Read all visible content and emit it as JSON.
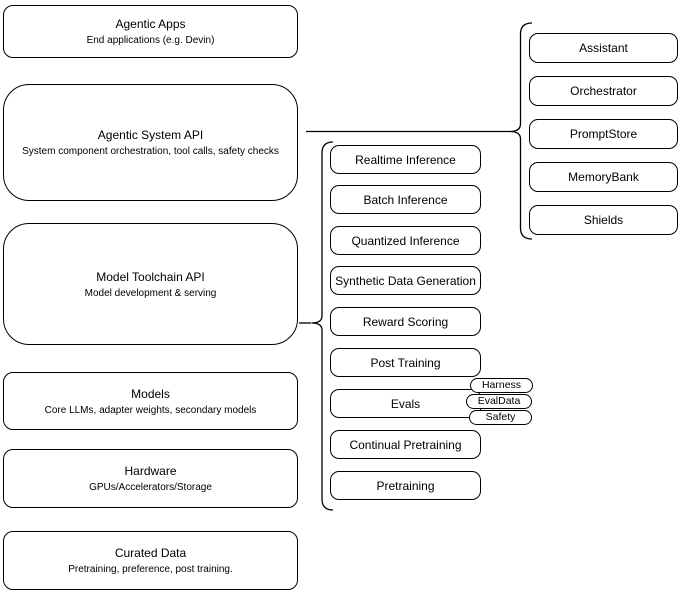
{
  "diagram": {
    "left_stack": [
      {
        "title": "Agentic Apps",
        "subtitle": "End applications (e.g. Devin)"
      },
      {
        "title": "Agentic System API",
        "subtitle": "System component orchestration, tool calls, safety checks"
      },
      {
        "title": "Model Toolchain API",
        "subtitle": "Model development & serving"
      },
      {
        "title": "Models",
        "subtitle": "Core LLMs, adapter weights, secondary models"
      },
      {
        "title": "Hardware",
        "subtitle": "GPUs/Accelerators/Storage"
      },
      {
        "title": "Curated Data",
        "subtitle": "Pretraining, preference, post training."
      }
    ],
    "toolchain_apis": [
      "Realtime Inference",
      "Batch Inference",
      "Quantized Inference",
      "Synthetic Data Generation",
      "Reward Scoring",
      "Post Training",
      "Evals",
      "Continual Pretraining",
      "Pretraining"
    ],
    "evals_sub": [
      "Harness",
      "EvalData",
      "Safety"
    ],
    "system_components": [
      "Assistant",
      "Orchestrator",
      "PromptStore",
      "MemoryBank",
      "Shields"
    ],
    "colors": {
      "stroke": "#000000",
      "background": "#ffffff"
    }
  }
}
